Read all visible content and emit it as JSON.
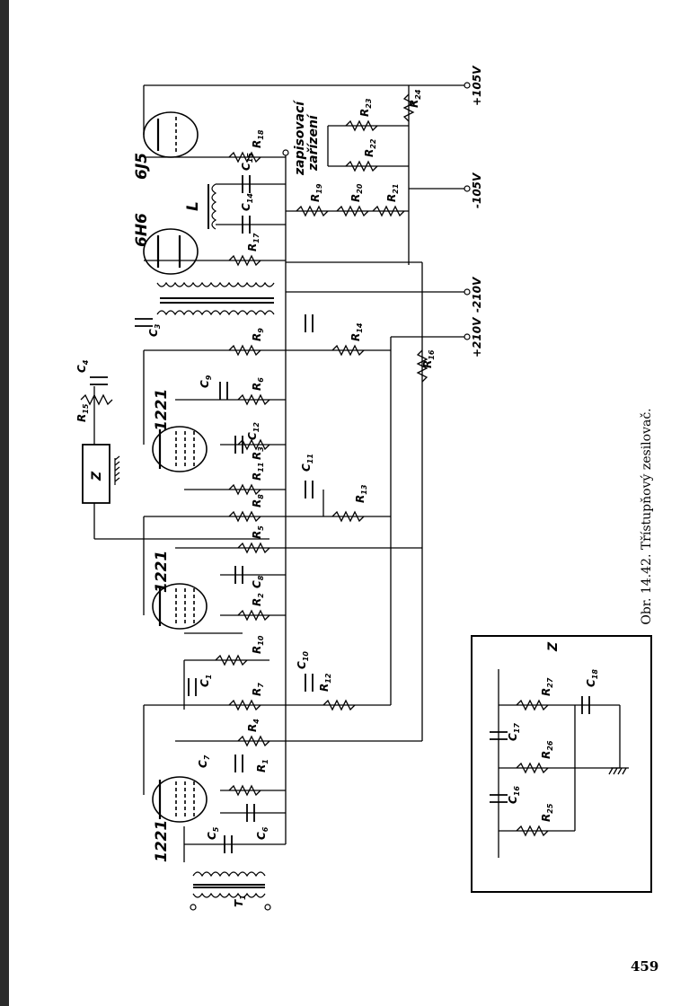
{
  "page_number": "459",
  "caption": "Obr. 14.42. Třístupňový zesilovač.",
  "tubes": [
    "1221",
    "1221",
    "1221",
    "6H6",
    "6J5"
  ],
  "inductor_label": "L",
  "block_label": "Z",
  "output_label_line1": "zapisovací",
  "output_label_line2": "zařízení",
  "voltages": [
    "+105V",
    "-105V",
    "-210V",
    "+210V"
  ],
  "transformer_label": "T",
  "transformer_sub": "1",
  "detail": {
    "title": "Z",
    "components": [
      {
        "letter": "R",
        "sub": "27"
      },
      {
        "letter": "C",
        "sub": "18"
      },
      {
        "letter": "C",
        "sub": "17"
      },
      {
        "letter": "R",
        "sub": "26"
      },
      {
        "letter": "C",
        "sub": "16"
      },
      {
        "letter": "R",
        "sub": "25"
      }
    ]
  },
  "components": [
    {
      "letter": "C",
      "sub": "5"
    },
    {
      "letter": "C",
      "sub": "6"
    },
    {
      "letter": "C",
      "sub": "7"
    },
    {
      "letter": "R",
      "sub": "1"
    },
    {
      "letter": "R",
      "sub": "4"
    },
    {
      "letter": "R",
      "sub": "7"
    },
    {
      "letter": "C",
      "sub": "1"
    },
    {
      "letter": "R",
      "sub": "10"
    },
    {
      "letter": "C",
      "sub": "10"
    },
    {
      "letter": "R",
      "sub": "12"
    },
    {
      "letter": "R",
      "sub": "2"
    },
    {
      "letter": "C",
      "sub": "8"
    },
    {
      "letter": "R",
      "sub": "5"
    },
    {
      "letter": "R",
      "sub": "8"
    },
    {
      "letter": "R",
      "sub": "11"
    },
    {
      "letter": "C",
      "sub": "11"
    },
    {
      "letter": "R",
      "sub": "13"
    },
    {
      "letter": "R",
      "sub": "3"
    },
    {
      "letter": "C",
      "sub": "12"
    },
    {
      "letter": "R",
      "sub": "6"
    },
    {
      "letter": "C",
      "sub": "9"
    },
    {
      "letter": "R",
      "sub": "9"
    },
    {
      "letter": "C",
      "sub": "3"
    },
    {
      "letter": "R",
      "sub": "14"
    },
    {
      "letter": "R",
      "sub": "16"
    },
    {
      "letter": "R",
      "sub": "15"
    },
    {
      "letter": "C",
      "sub": "4"
    },
    {
      "letter": "R",
      "sub": "17"
    },
    {
      "letter": "C",
      "sub": "14"
    },
    {
      "letter": "C",
      "sub": "15"
    },
    {
      "letter": "R",
      "sub": "18"
    },
    {
      "letter": "R",
      "sub": "19"
    },
    {
      "letter": "R",
      "sub": "20"
    },
    {
      "letter": "R",
      "sub": "21"
    },
    {
      "letter": "R",
      "sub": "22"
    },
    {
      "letter": "R",
      "sub": "23"
    },
    {
      "letter": "R",
      "sub": "24"
    }
  ]
}
